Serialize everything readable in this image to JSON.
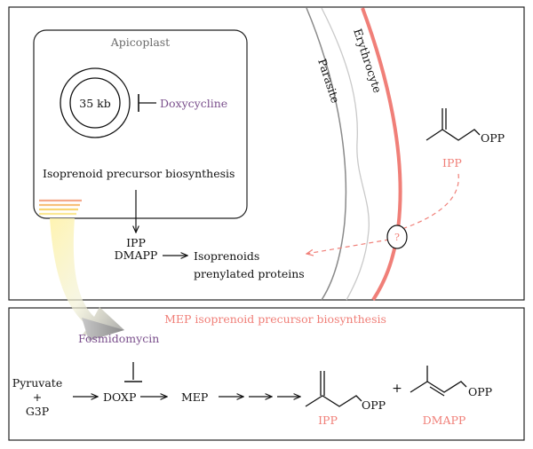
{
  "colors": {
    "salmon": "#f07f78",
    "purple": "#7a4f8c",
    "gray_text": "#6b6b6b",
    "black": "#111111"
  },
  "top_panel": {
    "apicoplast_label": "Apicoplast",
    "genome_label": "35 kb",
    "doxycycline_label": "Doxycycline",
    "biosynthesis_label": "Isoprenoid precursor biosynthesis",
    "ipp_label": "IPP",
    "dmapp_label": "DMAPP",
    "isoprenoids_label": "Isoprenoids",
    "prenylated_label": "prenylated proteins",
    "parasite_label": "Parasite",
    "erythrocyte_label": "Erythrocyte",
    "opp_label": "OPP",
    "ipp_red_label": "IPP",
    "transporter_label": "?"
  },
  "bottom_panel": {
    "title": "MEP isoprenoid precursor biosynthesis",
    "fosmidomycin_label": "Fosmidomycin",
    "pyruvate_label": "Pyruvate",
    "plus_label": "+",
    "g3p_label": "G3P",
    "doxp_label": "DOXP",
    "mep_label": "MEP",
    "ipp_opp_label": "OPP",
    "ipp_label": "IPP",
    "plus2_label": "+",
    "dmapp_opp_label": "OPP",
    "dmapp_label": "DMAPP"
  }
}
